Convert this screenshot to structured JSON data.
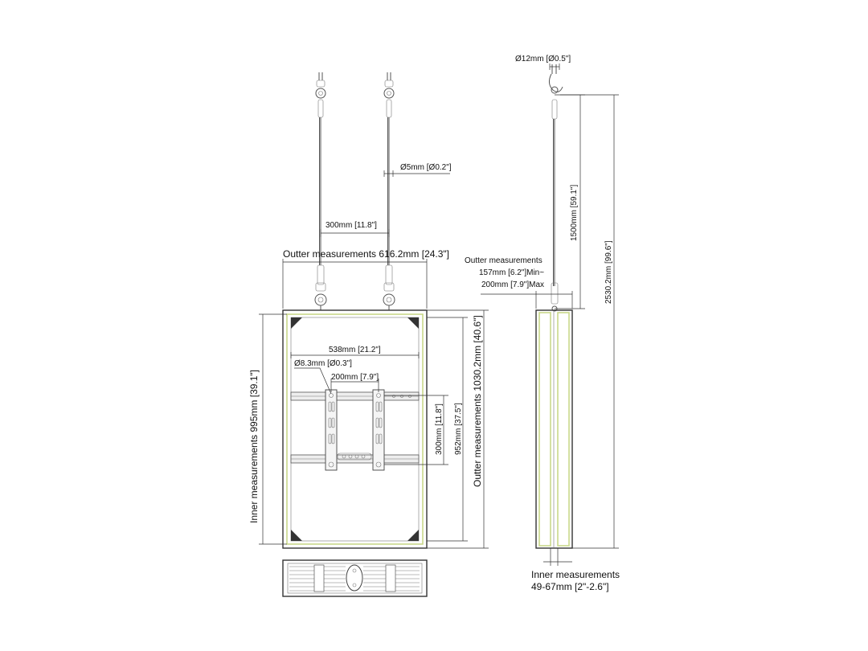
{
  "labels": {
    "rod_diameter": "Ø12mm [Ø0.5\"]",
    "cable_diameter": "Ø5mm [Ø0.2\"]",
    "cable_spacing": "300mm [11.8\"]",
    "outer_width": "Outter measurements 616.2mm [24.3\"]",
    "depth_title": "Outter measurements",
    "depth_min": "157mm [6.2\"]Min~",
    "depth_max": "200mm [7.9\"]Max",
    "cable_length": "1500mm [59.1\"]",
    "total_height": "2530.2mm [99.6\"]",
    "bracket_width": "538mm [21.2\"]",
    "hole_diameter": "Ø8.3mm [Ø0.3\"]",
    "vesa_horizontal": "200mm [7.9\"]",
    "vesa_vertical": "300mm [11.8\"]",
    "rail_height": "952mm [37.5\"]",
    "outer_height": "Outter measurements 1030.2mm [40.6\"]",
    "inner_height": "Inner measurements 995mm [39.1\"]",
    "inner_depth_title": "Inner measurements",
    "inner_depth_value": "49-67mm [2\"-2.6\"]"
  }
}
